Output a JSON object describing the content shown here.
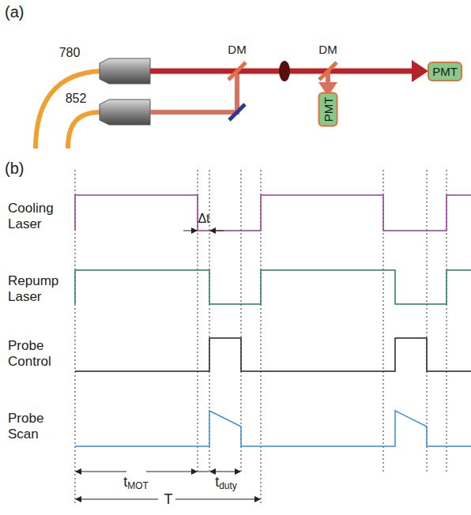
{
  "diagram": {
    "nodes": [
      {
        "text": [
          "PMT"
        ]
      },
      {
        "text": [
          "PMT"
        ]
      }
    ],
    "labels": [
      "(a)",
      "780",
      "852",
      "DM",
      "DM",
      "(b)",
      "Cooling Laser",
      "Repump Laser",
      "Probe Control",
      "Probe Scan",
      "Δt",
      "t",
      "MOT",
      "t",
      "duty",
      "T"
    ]
  }
}
